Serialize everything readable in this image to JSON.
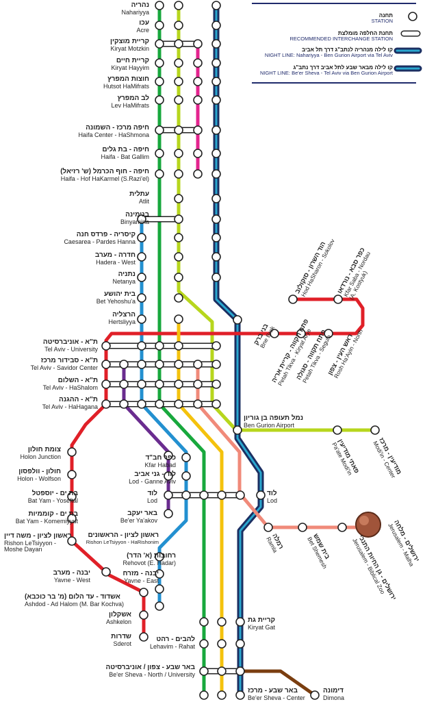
{
  "legend": {
    "station_he": "תחנה",
    "station_en": "STATION",
    "interchange_he": "תחנת החלפה מומלצת",
    "interchange_en": "RECOMMENDED INTERCHANGE STATION",
    "night1_he": "קו לילה מנהריה לנתב\"ג דרך תל אביב",
    "night1_en": "NIGHT LINE: Nahariyya - Ben Gurion Airport via Tel Aviv",
    "night2_he": "קו לילה מבאר שבע לתל אביב דרך נתב\"ג",
    "night2_en": "NIGHT LINE: Be'er Sheva - Tel Aviv via Ben Gurion Airport"
  },
  "colors": {
    "green": "#18a83d",
    "lime": "#b7d61d",
    "magenta": "#e4248f",
    "blue": "#2390d0",
    "red": "#e02028",
    "purple": "#6a2c8f",
    "yellow": "#f4c20d",
    "salmon": "#f08a7a",
    "brown": "#7a3e10",
    "navy": "#1b2f62",
    "teal": "#2aa7cf"
  },
  "stations_left": [
    {
      "he": "נהריה",
      "en": "Nahariyya"
    },
    {
      "he": "עכו",
      "en": "Acre"
    },
    {
      "he": "קריית מוצקין",
      "en": "Kiryat Motzkin"
    },
    {
      "he": "קריית חיים",
      "en": "Kiryat Hayyim"
    },
    {
      "he": "חוצות המפרץ",
      "en": "Hutsot HaMifrats"
    },
    {
      "he": "לב המפרץ",
      "en": "Lev HaMifrats"
    },
    {
      "he": "חיפה מרכז - השמונה",
      "en": "Haifa Center - HaShmona"
    },
    {
      "he": "חיפה - בת גלים",
      "en": "Haifa - Bat Gallim"
    },
    {
      "he": "חיפה - חוף הכרמל (ש' רזיאל)",
      "en": "Haifa - Hof HaKarmel (S.Razi'el)"
    },
    {
      "he": "עתלית",
      "en": "Atlit"
    },
    {
      "he": "בנימינה",
      "en": "Binyamina"
    },
    {
      "he": "קיסריה - פרדס חנה",
      "en": "Caesarea - Pardes Hanna"
    },
    {
      "he": "חדרה - מערב",
      "en": "Hadera - West"
    },
    {
      "he": "נתניה",
      "en": "Netanya"
    },
    {
      "he": "בית יהושע",
      "en": "Bet Yehoshu'a"
    },
    {
      "he": "הרצליה",
      "en": "Hertsliyya"
    },
    {
      "he": "ת\"א - אוניברסיטה",
      "en": "Tel Aviv - University"
    },
    {
      "he": "ת\"א - סבידור מרכז",
      "en": "Tel Aviv - Savidor Center"
    },
    {
      "he": "ת\"א - השלום",
      "en": "Tel Aviv - HaShalom"
    },
    {
      "he": "ת\"א - ההגנה",
      "en": "Tel Aviv - HaHagana"
    },
    {
      "he": "צומת חולון",
      "en": "Holon Junction"
    },
    {
      "he": "חולון - וולפסון",
      "en": "Holon - Wolfson"
    },
    {
      "he": "בת ים - יוספטל",
      "en": "Bat Yam - Yoseftal"
    },
    {
      "he": "בת ים - קוממיות",
      "en": "Bat Yam - Komemiyyut"
    },
    {
      "he": "ראשון לציון - משה דיין",
      "en": "Rishon LeTsiyyon -",
      "en2": "Moshe Dayan"
    },
    {
      "he": "יבנה - מערב",
      "en": "Yavne - West"
    },
    {
      "he": "אשדוד - עד הלום (מ' בר כוכבא)",
      "en": "Ashdod - Ad Halom (M. Bar Kochva)"
    },
    {
      "he": "אשקלון",
      "en": "Ashkelon"
    },
    {
      "he": "שדרות",
      "en": "Sderot"
    }
  ],
  "stations_mid": [
    {
      "he": "כפר חב\"ד",
      "en": "Kfar Habad"
    },
    {
      "he": "לוד - גני אביב",
      "en": "Lod - Ganne Aviv"
    },
    {
      "he": "לוד",
      "en": "Lod"
    },
    {
      "he": "באר יעקב",
      "en": "Be'er Ya'akov"
    },
    {
      "he": "ראשון לציון - הראשונים",
      "en": "Rishon LeTsiyyon - HaRishonim"
    },
    {
      "he": "רחובות (א' הדר)",
      "en": "Rehovot (E. Hadar)"
    },
    {
      "he": "יבנה - מזרח",
      "en": "Yavne - East"
    },
    {
      "he": "להבים - רהט",
      "en": "Lehavim - Rahat"
    },
    {
      "he": "באר שבע - צפון / אוניברסיטה",
      "en": "Be'er Sheva - North / University"
    },
    {
      "he": "באר שבע - מרכז",
      "en": "Be'er Sheva - Center"
    }
  ],
  "stations_right": [
    {
      "he": "נמל תעופה בן גוריון",
      "en": "Ben Gurion Airport"
    },
    {
      "he": "לוד",
      "en": "Lod"
    },
    {
      "he": "קריית גת",
      "en": "Kiryat Gat"
    },
    {
      "he": "דימונה",
      "en": "Dimona"
    }
  ],
  "stations_rotated": [
    {
      "he": "בני ברק",
      "en": "Bne Brak"
    },
    {
      "he": "פתח תקווה - קריית אריה",
      "en": "Petah Tikva - Kiryat Arye"
    },
    {
      "he": "פתח תקווה - סגולה",
      "en": "Petah Tikva - Segula"
    },
    {
      "he": "ראש העין - צפון",
      "en": "Rosh Ha'Ayin - North"
    },
    {
      "he": "הוד השרון - סוקולוב",
      "en": "Hod HaSharon - Sokolov"
    },
    {
      "he": "כפר סבא - נורדאו",
      "en": "Kfar Saba - Nordau"
    },
    {
      "he": "פאתי מודיעין",
      "en": "Pa'ate Modi'in"
    },
    {
      "he": "מודיעין - מרכז",
      "en": "Modi'in - Center"
    },
    {
      "he": "רמלה",
      "en": "Ramla"
    },
    {
      "he": "בית שמש",
      "en": "Bet Shemesh"
    },
    {
      "he": "ירושלים - גן החיות התנכי",
      "en": "Jerusalem - Biblical Zoo"
    },
    {
      "he": "ירושלים - מלחה",
      "en": "Jerusalem - Malha"
    }
  ],
  "extra_small": {
    "kfar_saba_he2": "(א' קוסטיק)",
    "kfar_saba_en2": "(A. Kostyuk)"
  }
}
